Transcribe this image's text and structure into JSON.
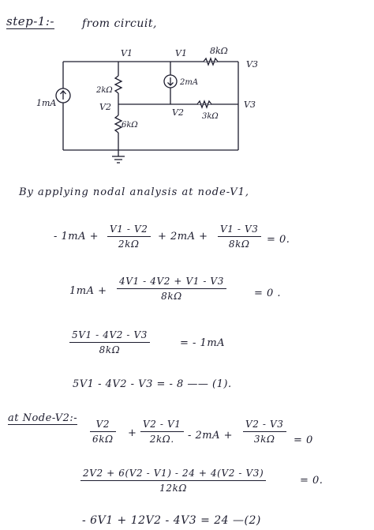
{
  "heading": {
    "step": "step-1:-",
    "intro": "from circuit,"
  },
  "circuit": {
    "labels": {
      "v1_left": "V1",
      "v1_right": "V1",
      "v3_top": "V3",
      "v3_mid": "V3",
      "v2_left": "V2",
      "v2_mid": "V2",
      "r_8k": "8kΩ",
      "r_2k": "2kΩ",
      "r_6k": "6kΩ",
      "r_3k": "3kΩ",
      "src_1ma": "1mA",
      "src_2ma": "2mA"
    }
  },
  "node1": {
    "heading": "By applying nodal analysis at node-V1,",
    "eq1": {
      "lead": "- 1mA +",
      "f1_num": "V1 - V2",
      "f1_den": "2kΩ",
      "mid": "+ 2mA +",
      "f2_num": "V1 - V3",
      "f2_den": "8kΩ",
      "rhs": "= 0."
    },
    "eq2": {
      "lead": "1mA +",
      "num": "4V1 - 4V2 + V1 - V3",
      "den": "8kΩ",
      "rhs": "= 0 ."
    },
    "eq3": {
      "num": "5V1 - 4V2 - V3",
      "den": "8kΩ",
      "rhs": "= - 1mA"
    },
    "eq4": {
      "text": "5V1 - 4V2 - V3 = - 8 —— (1)."
    }
  },
  "node2": {
    "heading": "at Node-V2:-",
    "eq1": {
      "f1_num": "V2",
      "f1_den": "6kΩ",
      "p1": "+",
      "f2_num": "V2 - V1",
      "f2_den": "2kΩ.",
      "mid": "- 2mA +",
      "f3_num": "V2 - V3",
      "f3_den": "3kΩ",
      "rhs": "= 0"
    },
    "eq2": {
      "num": "2V2 + 6(V2 - V1) - 24 + 4(V2 - V3)",
      "den": "12kΩ",
      "rhs": "= 0."
    },
    "eq3": {
      "text": "- 6V1 + 12V2 - 4V3 = 24 —(2)"
    }
  }
}
